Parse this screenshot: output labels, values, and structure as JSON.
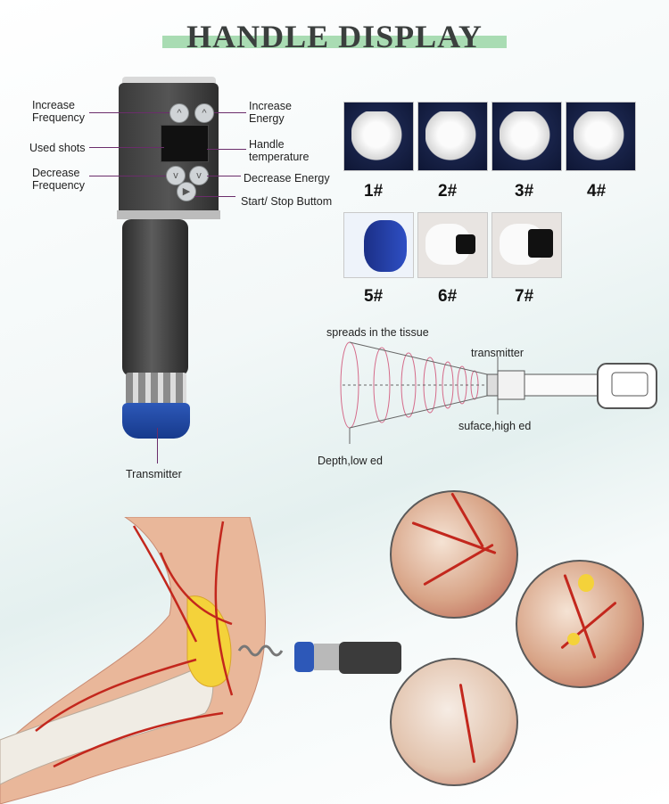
{
  "title": "HANDLE DISPLAY",
  "handle_labels": {
    "increase_frequency": "Increase\nFrequency",
    "increase_energy": "Increase\nEnergy",
    "used_shots": "Used shots",
    "handle_temperature": "Handle\ntemperature",
    "decrease_frequency": "Decrease\nFrequency",
    "decrease_energy": "Decrease Energy",
    "start_stop": "Start/ Stop Buttom",
    "transmitter": "Transmitter"
  },
  "heads": [
    "1#",
    "2#",
    "3#",
    "4#",
    "5#",
    "6#",
    "7#"
  ],
  "wave_diagram": {
    "spreads": "spreads in the tissue",
    "transmitter": "transmitter",
    "surface": "suface,high ed",
    "depth": "Depth,low ed"
  },
  "colors": {
    "title_bar": "#a9dcb3",
    "device_blue": "#2d58b8",
    "artery_red": "#c3271d"
  }
}
